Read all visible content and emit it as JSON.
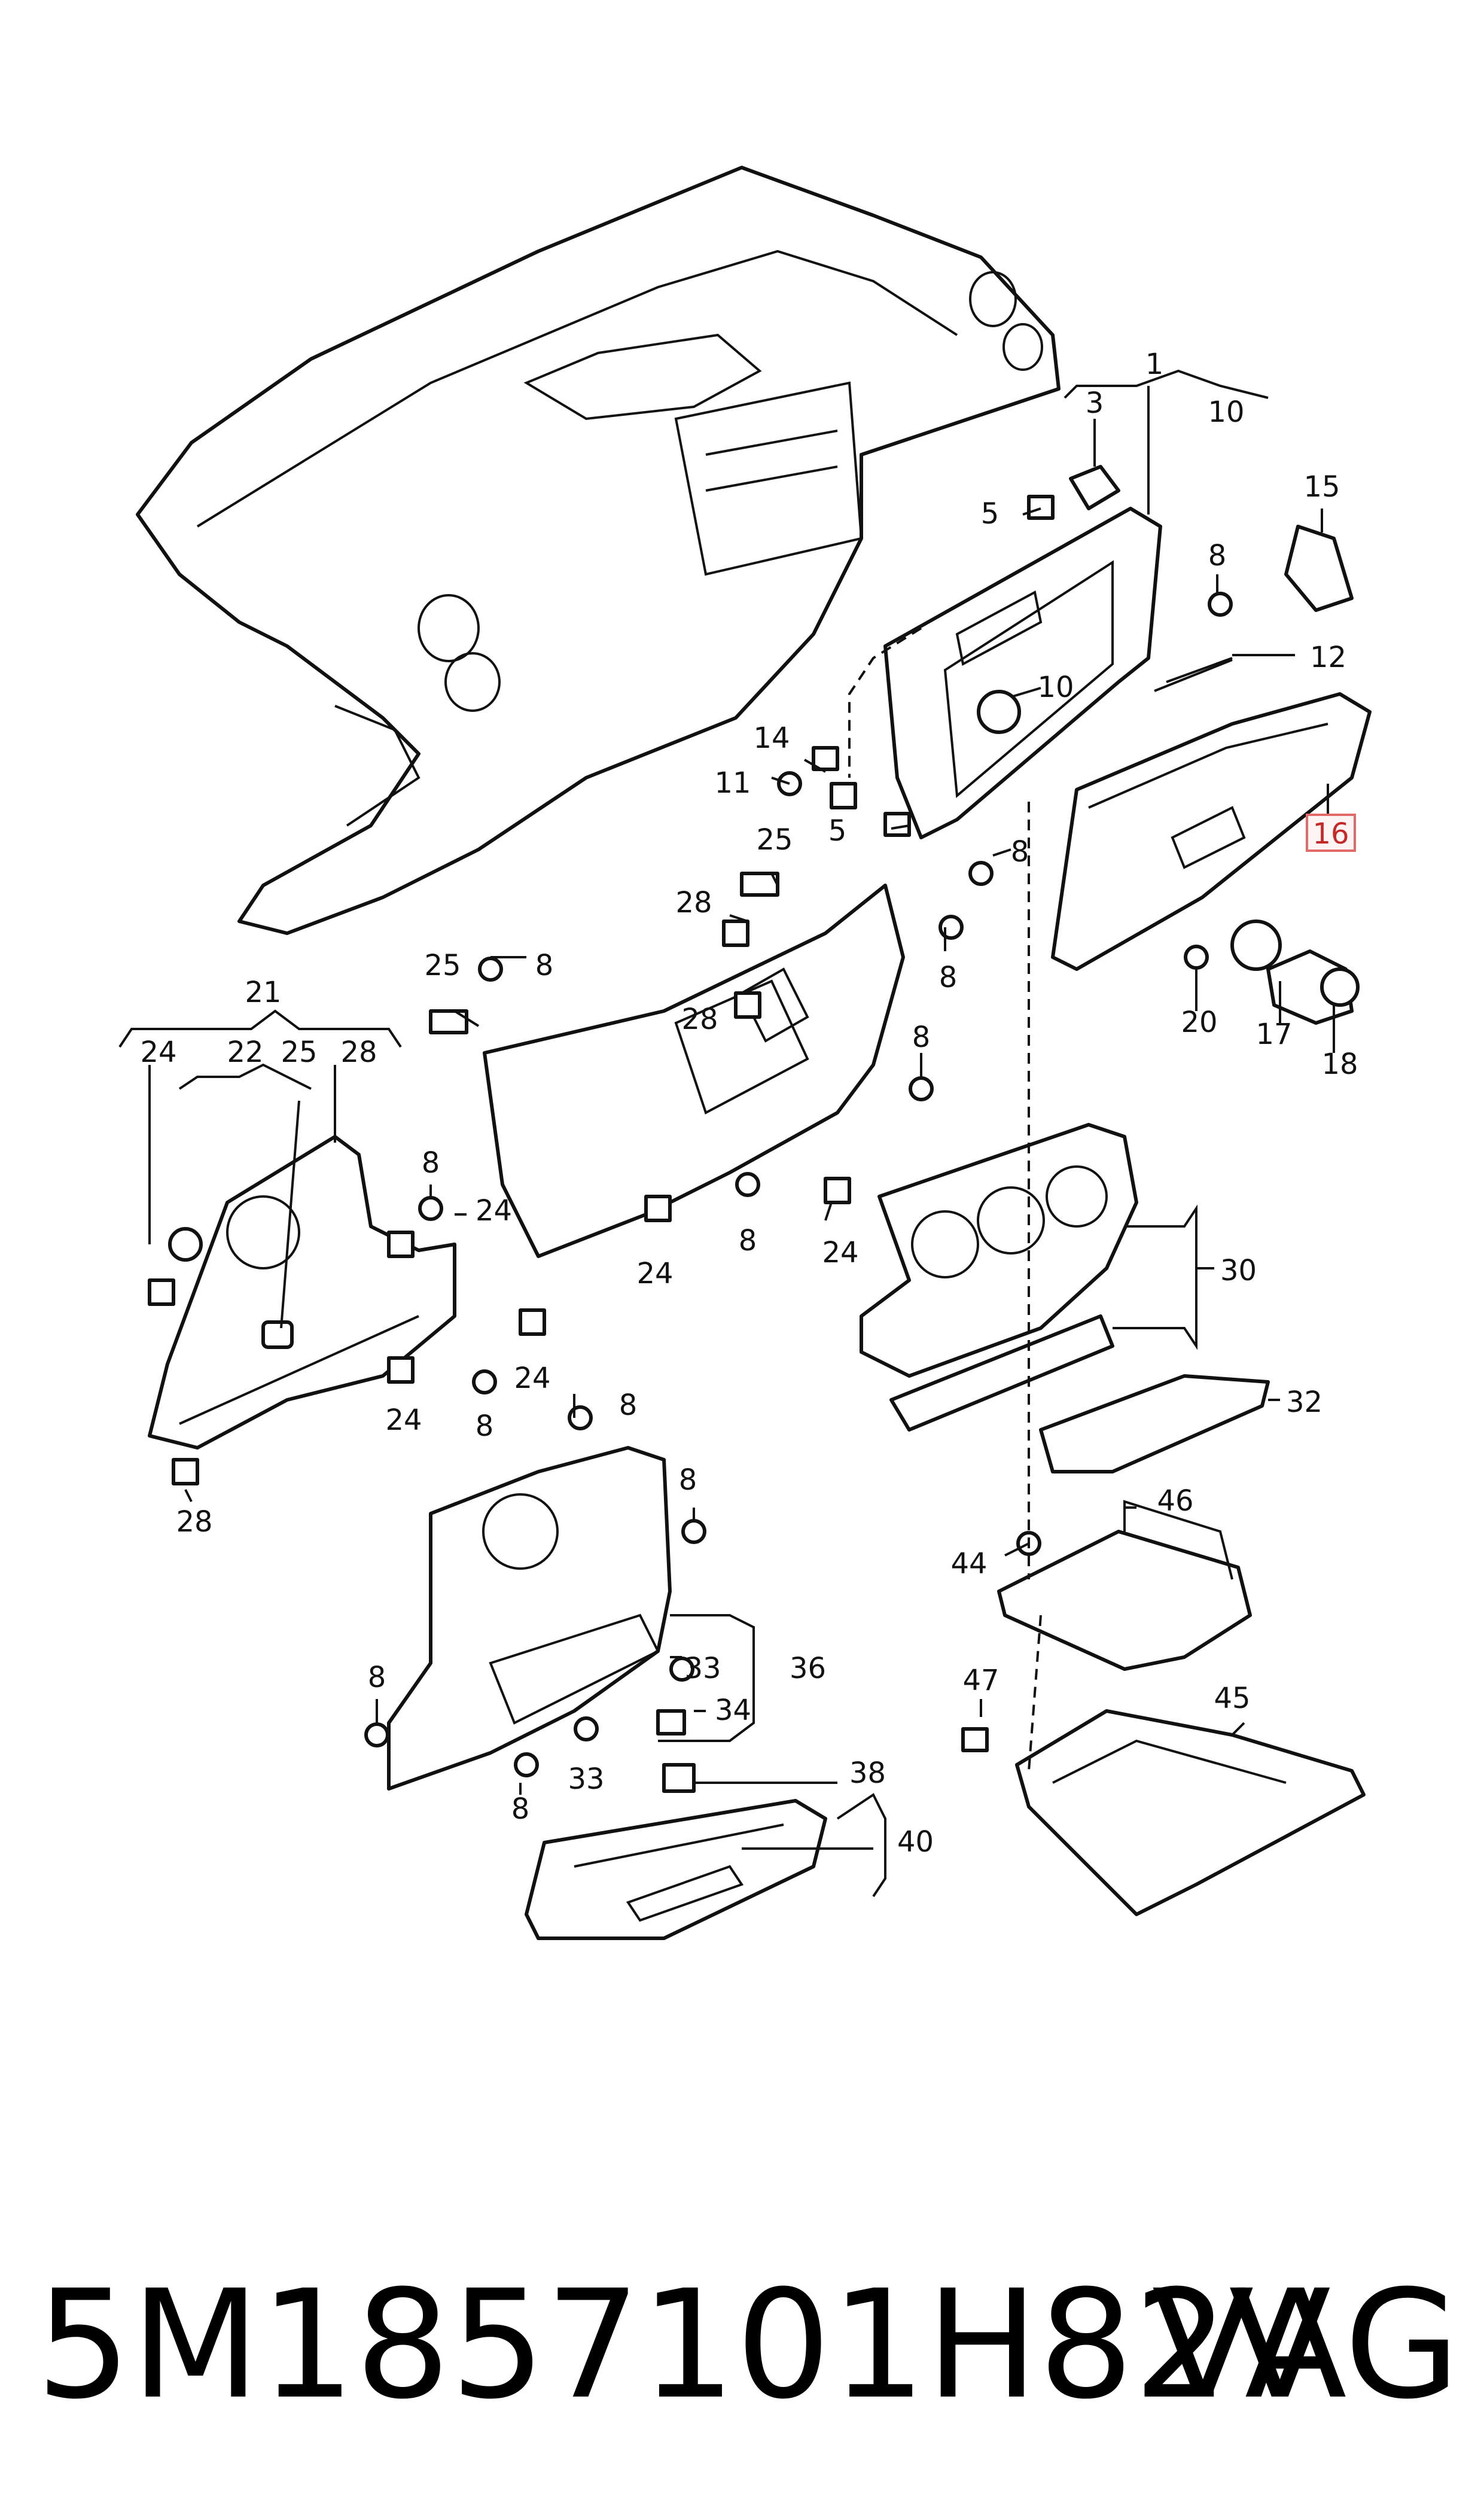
{
  "diagram": {
    "callouts": [
      {
        "id": "c1",
        "text": "1"
      },
      {
        "id": "c3",
        "text": "3"
      },
      {
        "id": "c10a",
        "text": "10"
      },
      {
        "id": "c15",
        "text": "15"
      },
      {
        "id": "c5a",
        "text": "5"
      },
      {
        "id": "c8a",
        "text": "8"
      },
      {
        "id": "c12",
        "text": "12"
      },
      {
        "id": "c10b",
        "text": "10"
      },
      {
        "id": "c16",
        "text": "16",
        "highlight": true
      },
      {
        "id": "c14",
        "text": "14"
      },
      {
        "id": "c11",
        "text": "11"
      },
      {
        "id": "c5b",
        "text": "5"
      },
      {
        "id": "c8b",
        "text": "8"
      },
      {
        "id": "c25a",
        "text": "25"
      },
      {
        "id": "c28a",
        "text": "28"
      },
      {
        "id": "c8c",
        "text": "8"
      },
      {
        "id": "c20",
        "text": "20"
      },
      {
        "id": "c17",
        "text": "17"
      },
      {
        "id": "c18",
        "text": "18"
      },
      {
        "id": "c25b",
        "text": "25"
      },
      {
        "id": "c8d",
        "text": "8"
      },
      {
        "id": "c28b",
        "text": "28"
      },
      {
        "id": "c8e",
        "text": "8"
      },
      {
        "id": "c21",
        "text": "21"
      },
      {
        "id": "c24a",
        "text": "24"
      },
      {
        "id": "c22",
        "text": "22"
      },
      {
        "id": "c25c",
        "text": "25"
      },
      {
        "id": "c28c",
        "text": "28"
      },
      {
        "id": "c8f",
        "text": "8"
      },
      {
        "id": "c24b",
        "text": "24"
      },
      {
        "id": "c8g",
        "text": "8"
      },
      {
        "id": "c24c",
        "text": "24"
      },
      {
        "id": "c24d",
        "text": "24"
      },
      {
        "id": "c30",
        "text": "30"
      },
      {
        "id": "c24e",
        "text": "24"
      },
      {
        "id": "c24f",
        "text": "24"
      },
      {
        "id": "c8h",
        "text": "8"
      },
      {
        "id": "c28d",
        "text": "28"
      },
      {
        "id": "c32",
        "text": "32"
      },
      {
        "id": "c8i",
        "text": "8"
      },
      {
        "id": "c8j",
        "text": "8"
      },
      {
        "id": "c46",
        "text": "46"
      },
      {
        "id": "c44",
        "text": "44"
      },
      {
        "id": "c33a",
        "text": "33"
      },
      {
        "id": "c36",
        "text": "36"
      },
      {
        "id": "c8k",
        "text": "8"
      },
      {
        "id": "c34",
        "text": "34"
      },
      {
        "id": "c47",
        "text": "47"
      },
      {
        "id": "c45",
        "text": "45"
      },
      {
        "id": "c33b",
        "text": "33"
      },
      {
        "id": "c38",
        "text": "38"
      },
      {
        "id": "c8l",
        "text": "8"
      },
      {
        "id": "c40",
        "text": "40"
      }
    ]
  },
  "footer": {
    "part_number": "5M1857101H82V",
    "brand": "VAG"
  }
}
